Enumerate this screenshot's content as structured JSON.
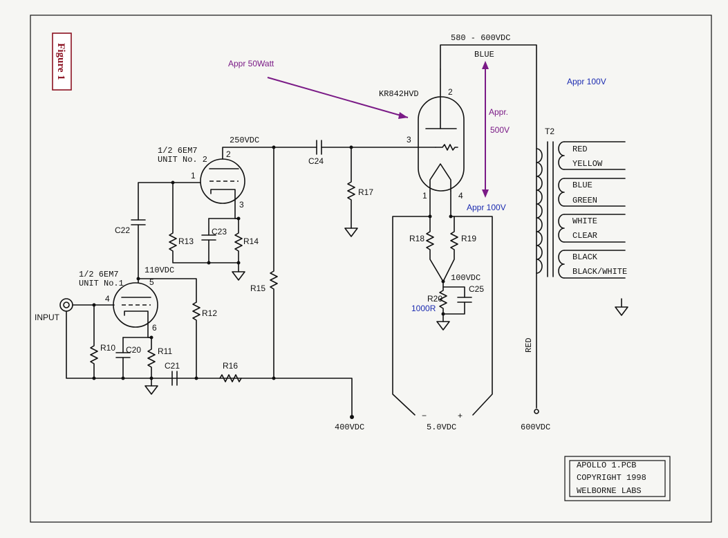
{
  "figure_label": "Figure 1",
  "annotations": {
    "power_in": "Appr 50Watt",
    "appr_100v_top": "Appr 100V",
    "appr_100v_cathode": "Appr 100V",
    "appr": "Appr.",
    "appr_500v": "500V",
    "r20_value": "1000R"
  },
  "voltages": {
    "anode_supply": "580 - 600VDC",
    "v250": "250VDC",
    "v110": "110VDC",
    "v100": "100VDC",
    "v400": "400VDC",
    "v5": "5.0VDC",
    "v600": "600VDC"
  },
  "tube_labels": {
    "unit2_line1": "1/2 6EM7",
    "unit2_line2": "UNIT No. 2",
    "unit1_line1": "1/2 6EM7",
    "unit1_line2": "UNIT No.1",
    "output_tube": "KR842HVD"
  },
  "pins": {
    "u2_p1": "1",
    "u2_p2": "2",
    "u2_p3": "3",
    "u1_p4": "4",
    "u1_p5": "5",
    "u1_p6": "6",
    "kr_p1": "1",
    "kr_p2": "2",
    "kr_p3": "3",
    "kr_p4": "4"
  },
  "components": {
    "c22": "C22",
    "c23": "C23",
    "c24": "C24",
    "c20": "C20",
    "c21": "C21",
    "c25": "C25",
    "r10": "R10",
    "r11": "R11",
    "r12": "R12",
    "r13": "R13",
    "r14": "R14",
    "r15": "R15",
    "r16": "R16",
    "r17": "R17",
    "r18": "R18",
    "r19": "R19",
    "r20": "R20",
    "t2": "T2"
  },
  "wires": {
    "blue": "BLUE",
    "red_primary": "RED",
    "secondary": [
      "RED",
      "YELLOW",
      "BLUE",
      "GREEN",
      "WHITE",
      "CLEAR",
      "BLACK",
      "BLACK/WHITE"
    ]
  },
  "input_label": "INPUT",
  "polarity": {
    "minus": "−",
    "plus": "+"
  },
  "title_block": [
    "APOLLO 1.PCB",
    "COPYRIGHT 1998",
    "WELBORNE LABS"
  ],
  "colors": {
    "annotation_blue": "#1a2ab0",
    "annotation_purple": "#7a1a86",
    "figure_red": "#8a1020"
  }
}
